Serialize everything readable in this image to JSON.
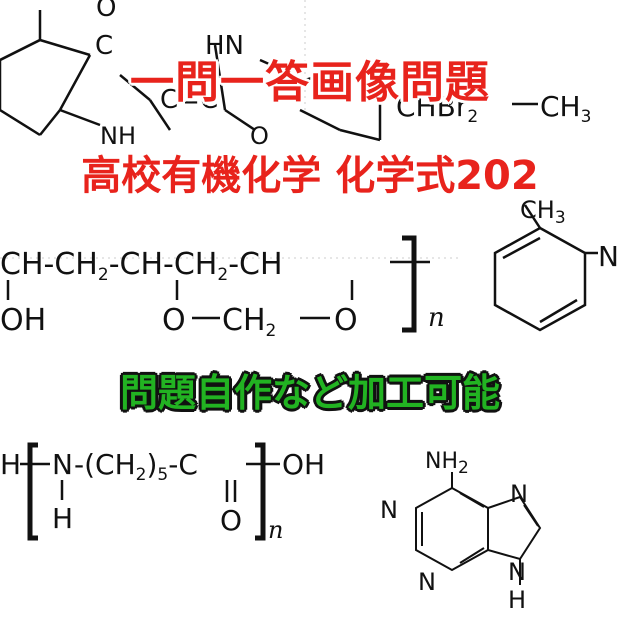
{
  "banners": {
    "title": "一問一答画像問題",
    "subtitle": "高校有機化学 化学式202",
    "note": "問題自作など加工可能"
  },
  "fragments": {
    "top_o": "O",
    "top_c": "C",
    "top_hn": "HN",
    "top_cc": "C=C",
    "top_nh": "NH",
    "top_o2": "O",
    "top_right": "CHBr",
    "top_right_sub": "2",
    "top_right_ch3": "CH",
    "top_right_ch3_sub": "3"
  },
  "polymer1": {
    "row1": [
      "CH-",
      "CH",
      "2",
      "-CH-",
      "CH",
      "2",
      "-CH"
    ],
    "oh": "OH",
    "bridge_o1": "O",
    "bridge_ch2": "CH",
    "bridge_ch2_sub": "2",
    "bridge_o2": "O",
    "n": "n"
  },
  "toluidine": {
    "ch3": "CH",
    "ch3_sub": "3",
    "n": "N"
  },
  "nylon": {
    "h_left": "H",
    "n": "N",
    "chain": "-(CH",
    "chain_sub": "2",
    "chain_close": ")",
    "chain_sub5": "5",
    "chain_c": "-C",
    "oh": "OH",
    "h_below": "H",
    "o_below": "O",
    "n_sub": "n"
  },
  "adenine": {
    "nh2": "NH",
    "nh2_sub": "2",
    "n_left_top": "N",
    "n_right_top": "N",
    "n_left_bottom": "N",
    "nh_bottom": "N",
    "h_bottom": "H"
  }
}
